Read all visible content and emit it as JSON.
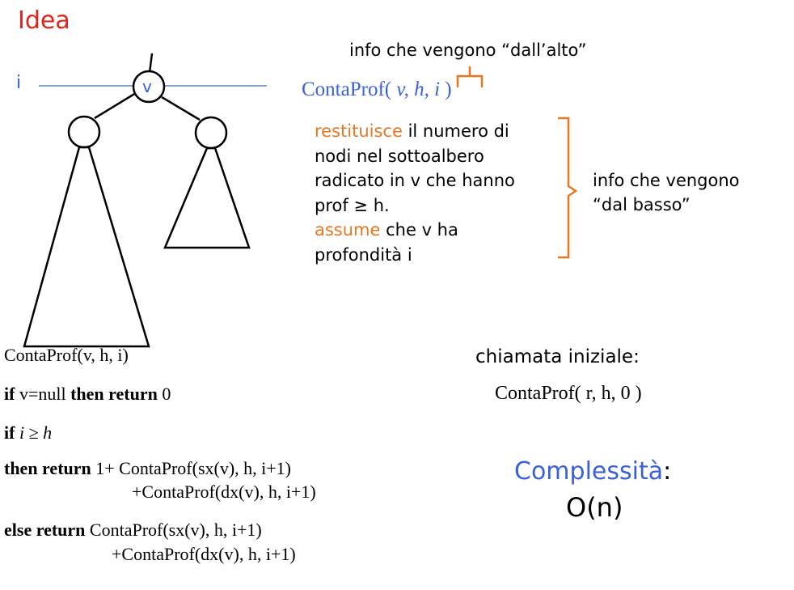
{
  "slide": {
    "title": "Idea",
    "depth_label": "i",
    "node_label": "v",
    "top_info": "info che vengono “dall’alto”",
    "signature": {
      "name": "ContaProf(",
      "args": " v, h, i ",
      "close": ")"
    },
    "description": {
      "part1_highlight": "restituisce",
      "part1_rest": " il numero di",
      "line2": "nodi nel sottoalbero",
      "line3": "radicato in v che hanno",
      "line4": "prof ≥ h.",
      "part5_highlight": "assume",
      "part5_rest": " che v ha",
      "line6": "profondità i"
    },
    "bottom_info": {
      "line1": "info che vengono",
      "line2": "“dal basso”"
    },
    "code": {
      "header": "ContaProf(v, h, i)",
      "if1_kw": "if",
      "if1_cond": " v=null ",
      "if1_then": "then return",
      "if1_val": " 0",
      "if2_kw": "if",
      "if2_cond": " i ≥ h",
      "then_kw": "then return",
      "then_expr1": "  1+ ContaProf(sx(v), h, i+1)",
      "then_expr2": "+ContaProf(dx(v), h, i+1)",
      "else_kw": "else return",
      "else_expr1": "  ContaProf(sx(v), h, i+1)",
      "else_expr2": "+ContaProf(dx(v), h, i+1)"
    },
    "initial_call_label": "chiamata iniziale:",
    "initial_call": "ContaProf( r, h, 0 )",
    "complexity_title": "Complessità",
    "complexity_colon": ":",
    "complexity_value": "O(n)",
    "colors": {
      "title": "#e0261c",
      "blue": "#3a62d8",
      "orange": "#e87722"
    }
  }
}
